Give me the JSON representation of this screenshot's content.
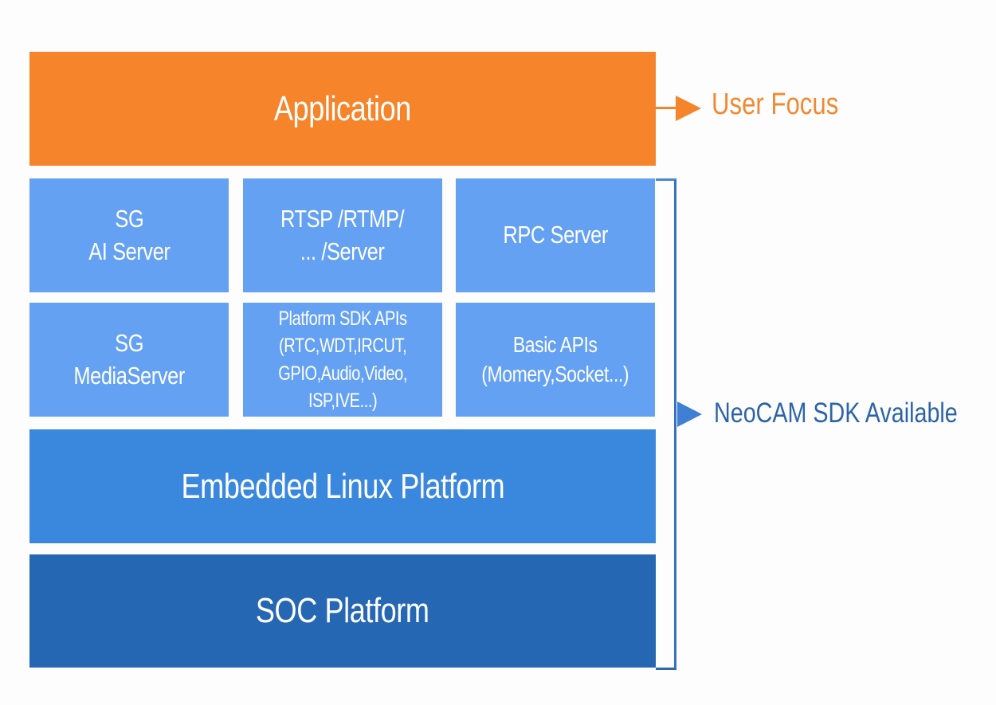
{
  "diagram": {
    "application": {
      "label": "Application",
      "color": "#F5842A"
    },
    "services_row": [
      {
        "label": "SG\nAI Server"
      },
      {
        "label": "RTSP /RTMP/\n... /Server"
      },
      {
        "label": "RPC Server"
      }
    ],
    "apis_row": [
      {
        "label": "SG\nMediaServer"
      },
      {
        "label": "Platform SDK APIs\n(RTC,WDT,IRCUT,\nGPIO,Audio,Video,\nISP,IVE...)"
      },
      {
        "label": "Basic APIs\n(Momery,Socket...)"
      }
    ],
    "middle_color": "#65A1F2",
    "embedded_linux": {
      "label": "Embedded Linux Platform",
      "color": "#3A88DE"
    },
    "soc": {
      "label": "SOC Platform",
      "color": "#2567B3"
    },
    "user_focus": {
      "label": "User Focus",
      "color": "#F08A32"
    },
    "sdk_available": {
      "label": "NeoCAM SDK Available",
      "color": "#2D64A8"
    }
  }
}
